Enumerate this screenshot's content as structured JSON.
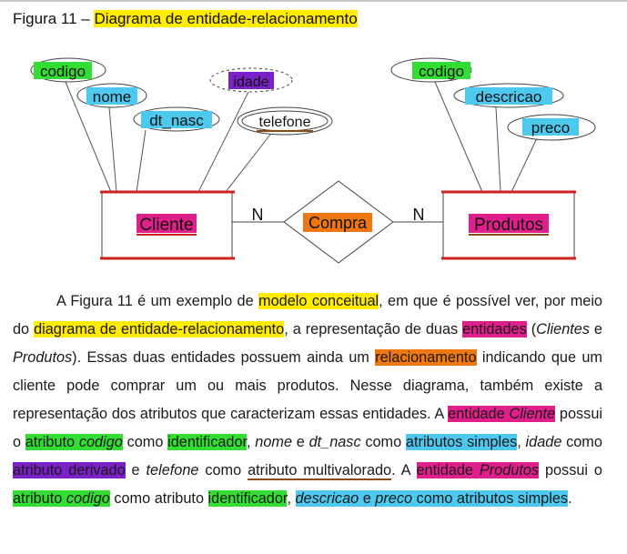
{
  "caption": {
    "prefix": "Figura 11 – ",
    "title": "Diagrama de entidade-relacionamento"
  },
  "diagram": {
    "entity_left": "Cliente",
    "entity_right": "Produtos",
    "relationship": "Compra",
    "card_left": "N",
    "card_right": "N",
    "left_attrs": {
      "codigo": "codigo",
      "nome": "nome",
      "dt_nasc": "dt_nasc",
      "idade": "idade",
      "telefone": "telefone"
    },
    "right_attrs": {
      "codigo": "codigo",
      "descricao": "descricao",
      "preco": "preco"
    }
  },
  "paragraph": {
    "t1": "A Figura 11 é um exemplo de ",
    "h_modelo": "modelo conceitual",
    "t2": ", em que é possível ver, por meio do ",
    "h_diagrama": "diagrama de entidade-relacionamento",
    "t3": ", a representação de duas ",
    "h_entidades": "entidades",
    "t4": " (",
    "i_clientes": "Clientes",
    "t5": " e ",
    "i_produtos": "Produtos",
    "t6": "). Essas duas entidades possuem ainda um ",
    "h_relacionamento": "relacionamento",
    "t7": " indicando que um cliente pode comprar um ou mais produtos. Nesse diagrama, também existe a representação dos atributos que caracterizam essas entidades. A ",
    "h_entidade1": "entidade ",
    "h_cliente_i": "Cliente",
    "t8": " possui o ",
    "h_atributo1": "atributo ",
    "h_codigo1_i": "codigo",
    "t9": " como ",
    "h_identificador1": "identificador",
    "t10": ", ",
    "i_nome": "nome",
    "t11": " e ",
    "i_dtnasc": "dt_nasc",
    "t12": " como ",
    "h_simples1": "atributos simples",
    "t13": ", ",
    "i_idade": "idade",
    "t14": " como ",
    "h_derivado": "atributo derivado",
    "t15": " e ",
    "i_telefone": "telefone",
    "t16": " como ",
    "h_multivalorado": "atributo multivalorado",
    "t17": ". A ",
    "h_entidade2": "entidade ",
    "h_produtos_i": "Produtos",
    "t18": " possui o ",
    "h_atributo2": "atributo ",
    "h_codigo2_i": "codigo",
    "t19": " como atributo ",
    "h_identificador2": "identificador",
    "t20": ", ",
    "h_descricao_i": "descricao",
    "h_e": " e ",
    "h_preco_i": "preco",
    "h_simples2": " como atributos simples",
    "t21": "."
  },
  "colors": {
    "yellow": "#ffec00",
    "green": "#33dd33",
    "cyan": "#4dc8ee",
    "purple": "#7a22c8",
    "pink": "#e0208a",
    "orange": "#ee7711",
    "red_border": "#cc2222",
    "brown_underline": "#8a4a1a"
  }
}
